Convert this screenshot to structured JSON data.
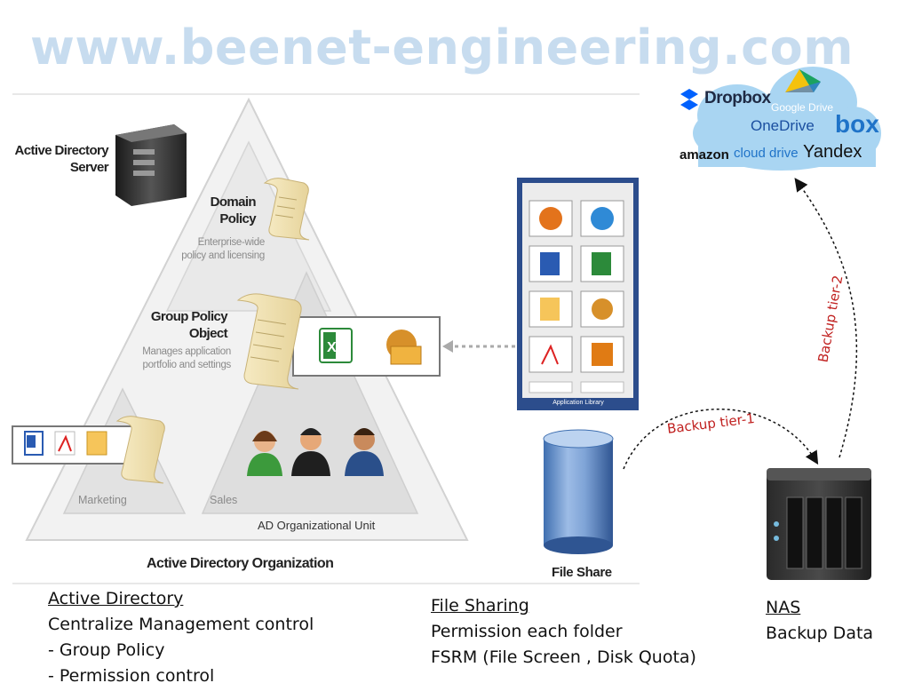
{
  "watermark": "www.beenet-engineering.com",
  "ad_server": {
    "label_line1": "Active Directory",
    "label_line2": "Server"
  },
  "pyramid": {
    "domain_policy": {
      "line1": "Domain",
      "line2": "Policy",
      "desc1": "Enterprise-wide",
      "desc2": "policy and licensing"
    },
    "gpo": {
      "line1": "Group Policy",
      "line2": "Object",
      "desc1": "Manages application",
      "desc2": "portfolio and settings"
    },
    "marketing": "Marketing",
    "sales": "Sales",
    "ou": "AD Organizational Unit",
    "organization": "Active Directory Organization"
  },
  "app_library": {
    "footer": "Application Library"
  },
  "file_share": {
    "label": "File Share"
  },
  "cloud": {
    "providers": [
      "Dropbox",
      "Google Drive",
      "OneDrive",
      "box",
      "amazon",
      "cloud drive",
      "Yandex"
    ]
  },
  "backup": {
    "tier1": "Backup tier-1",
    "tier2": "Backup tier-2"
  },
  "captions": {
    "active_directory": {
      "title": "Active Directory",
      "lines": [
        "Centralize Management control",
        "- Group Policy",
        "- Permission control"
      ]
    },
    "file_sharing": {
      "title": "File Sharing",
      "lines": [
        "Permission each folder",
        "FSRM (File Screen , Disk Quota)"
      ]
    },
    "nas": {
      "title": "NAS",
      "lines": [
        "Backup Data"
      ]
    }
  },
  "colors": {
    "accent_red": "#c0201f",
    "watermark": "#c7dcef",
    "cloud": "#a9d5f2",
    "library_blue": "#2c4d8c"
  }
}
